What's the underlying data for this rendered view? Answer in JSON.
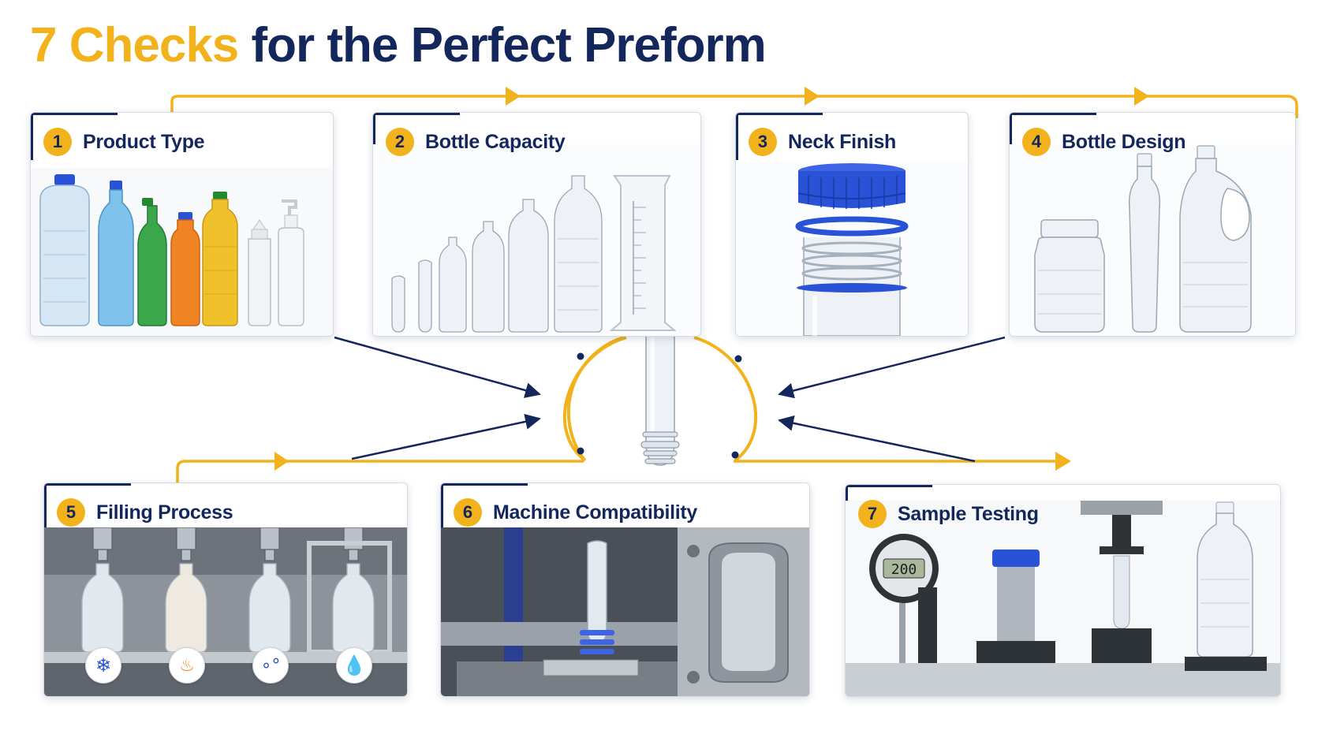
{
  "title": {
    "part1": "7 Checks",
    "part2": "for the Perfect Preform"
  },
  "colors": {
    "accent": "#f2b21b",
    "navy": "#14275c",
    "cap_blue": "#2a52d6"
  },
  "steps": [
    {
      "number": "1",
      "label": "Product Type"
    },
    {
      "number": "2",
      "label": "Bottle Capacity"
    },
    {
      "number": "3",
      "label": "Neck Finish"
    },
    {
      "number": "4",
      "label": "Bottle Design"
    },
    {
      "number": "5",
      "label": "Filling Process"
    },
    {
      "number": "6",
      "label": "Machine Compatibility"
    },
    {
      "number": "7",
      "label": "Sample Testing"
    }
  ],
  "filling_icons": [
    "snowflake-icon",
    "heat-waves-icon",
    "bubbles-icon",
    "droplet-icon"
  ],
  "gauge_reading": "200"
}
